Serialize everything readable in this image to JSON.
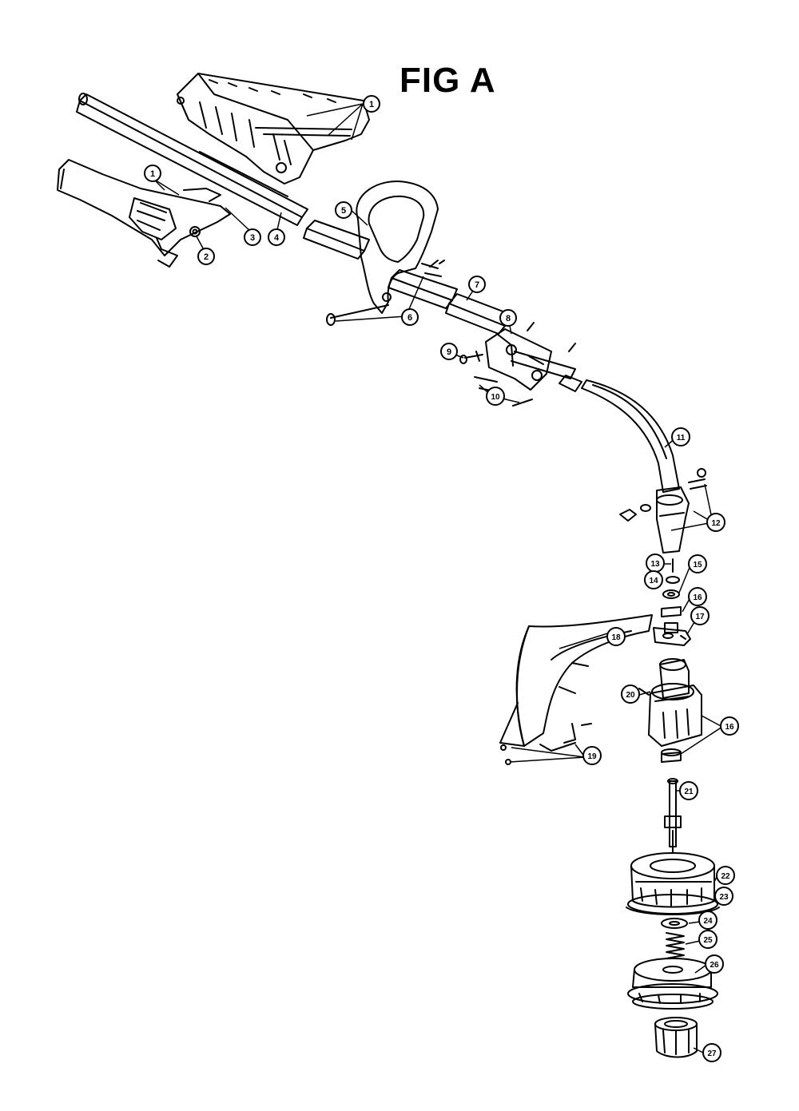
{
  "title": "FIG A",
  "callouts": [
    {
      "id": "c1a",
      "label": "1"
    },
    {
      "id": "c1b",
      "label": "1"
    },
    {
      "id": "c2",
      "label": "2"
    },
    {
      "id": "c3",
      "label": "3"
    },
    {
      "id": "c4",
      "label": "4"
    },
    {
      "id": "c5",
      "label": "5"
    },
    {
      "id": "c6",
      "label": "6"
    },
    {
      "id": "c7",
      "label": "7"
    },
    {
      "id": "c8",
      "label": "8"
    },
    {
      "id": "c9",
      "label": "9"
    },
    {
      "id": "c10",
      "label": "10"
    },
    {
      "id": "c11",
      "label": "11"
    },
    {
      "id": "c12",
      "label": "12"
    },
    {
      "id": "c13",
      "label": "13"
    },
    {
      "id": "c14",
      "label": "14"
    },
    {
      "id": "c15",
      "label": "15"
    },
    {
      "id": "c16a",
      "label": "16"
    },
    {
      "id": "c17",
      "label": "17"
    },
    {
      "id": "c18",
      "label": "18"
    },
    {
      "id": "c20",
      "label": "20"
    },
    {
      "id": "c16b",
      "label": "16"
    },
    {
      "id": "c19",
      "label": "19"
    },
    {
      "id": "c21",
      "label": "21"
    },
    {
      "id": "c22",
      "label": "22"
    },
    {
      "id": "c23",
      "label": "23"
    },
    {
      "id": "c24",
      "label": "24"
    },
    {
      "id": "c25",
      "label": "25"
    },
    {
      "id": "c26",
      "label": "26"
    },
    {
      "id": "c27",
      "label": "27"
    }
  ]
}
